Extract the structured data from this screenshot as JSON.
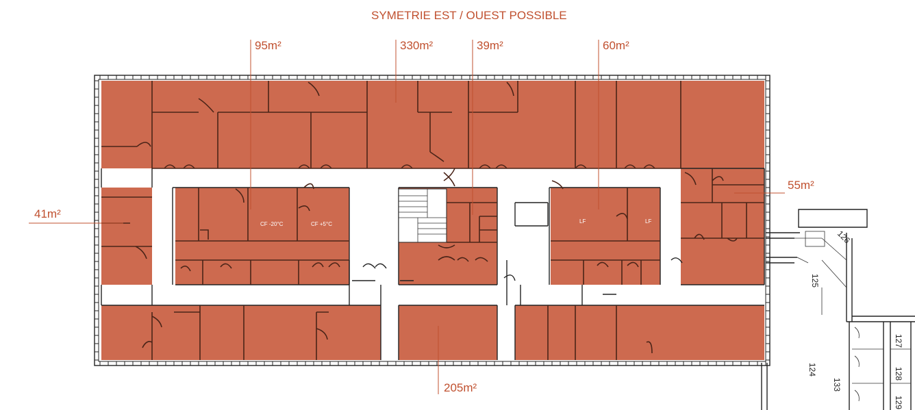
{
  "title": "SYMETRIE EST / OUEST POSSIBLE",
  "colors": {
    "zone": "#cd6a4f",
    "label": "#c0502f",
    "wall": "#4a2418"
  },
  "areas": {
    "a95": "95m²",
    "a330": "330m²",
    "a39": "39m²",
    "a60": "60m²",
    "a41": "41m²",
    "a55": "55m²",
    "a205": "205m²"
  },
  "rooms": {
    "cf_minus20": "CF -20°C",
    "cf_plus5": "CF +5°C",
    "lf_1": "LF",
    "lf_2": "LF"
  },
  "room_numbers": {
    "n124": "124",
    "n127": "127",
    "n128": "128",
    "n129": "129",
    "n133": "133",
    "n125": "125",
    "n126": "126"
  }
}
